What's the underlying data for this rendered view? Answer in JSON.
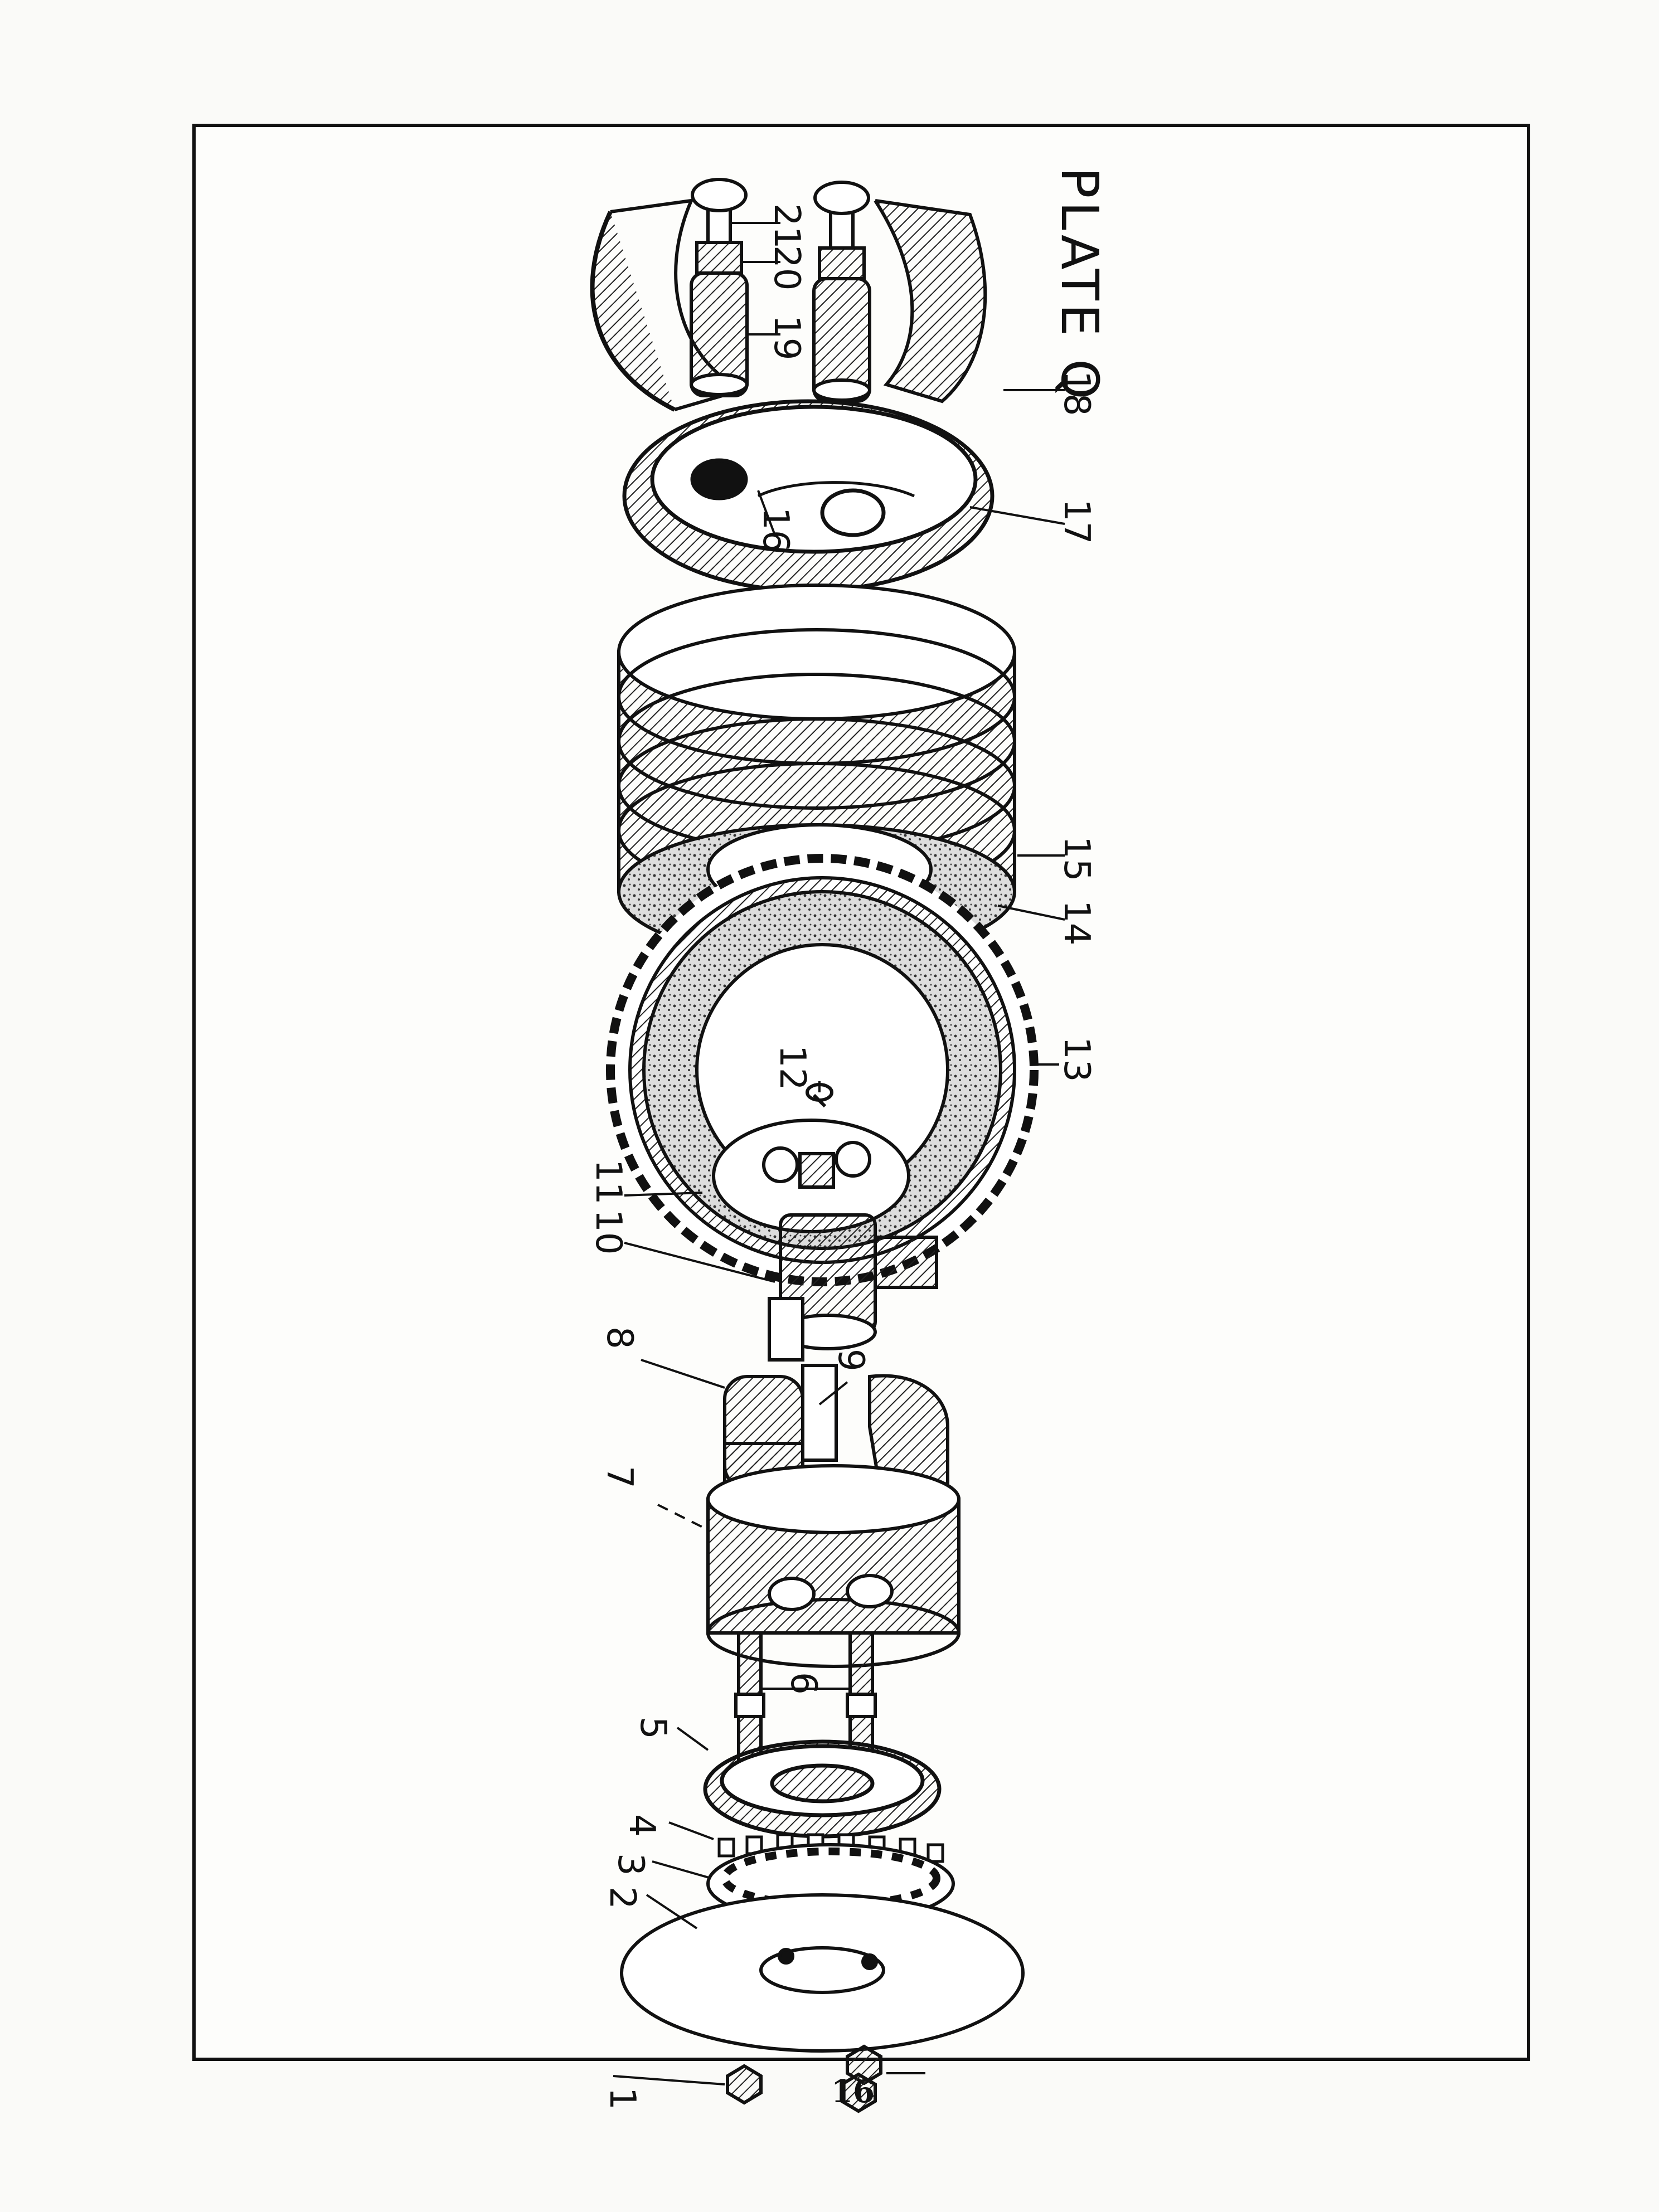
{
  "plate_title": "PLATE Q",
  "page_number": "16",
  "callouts": [
    "1",
    "2",
    "3",
    "4",
    "5",
    "6",
    "7",
    "8",
    "9",
    "10",
    "11",
    "12",
    "13",
    "14",
    "15",
    "16",
    "17",
    "18",
    "19",
    "20",
    "21"
  ]
}
